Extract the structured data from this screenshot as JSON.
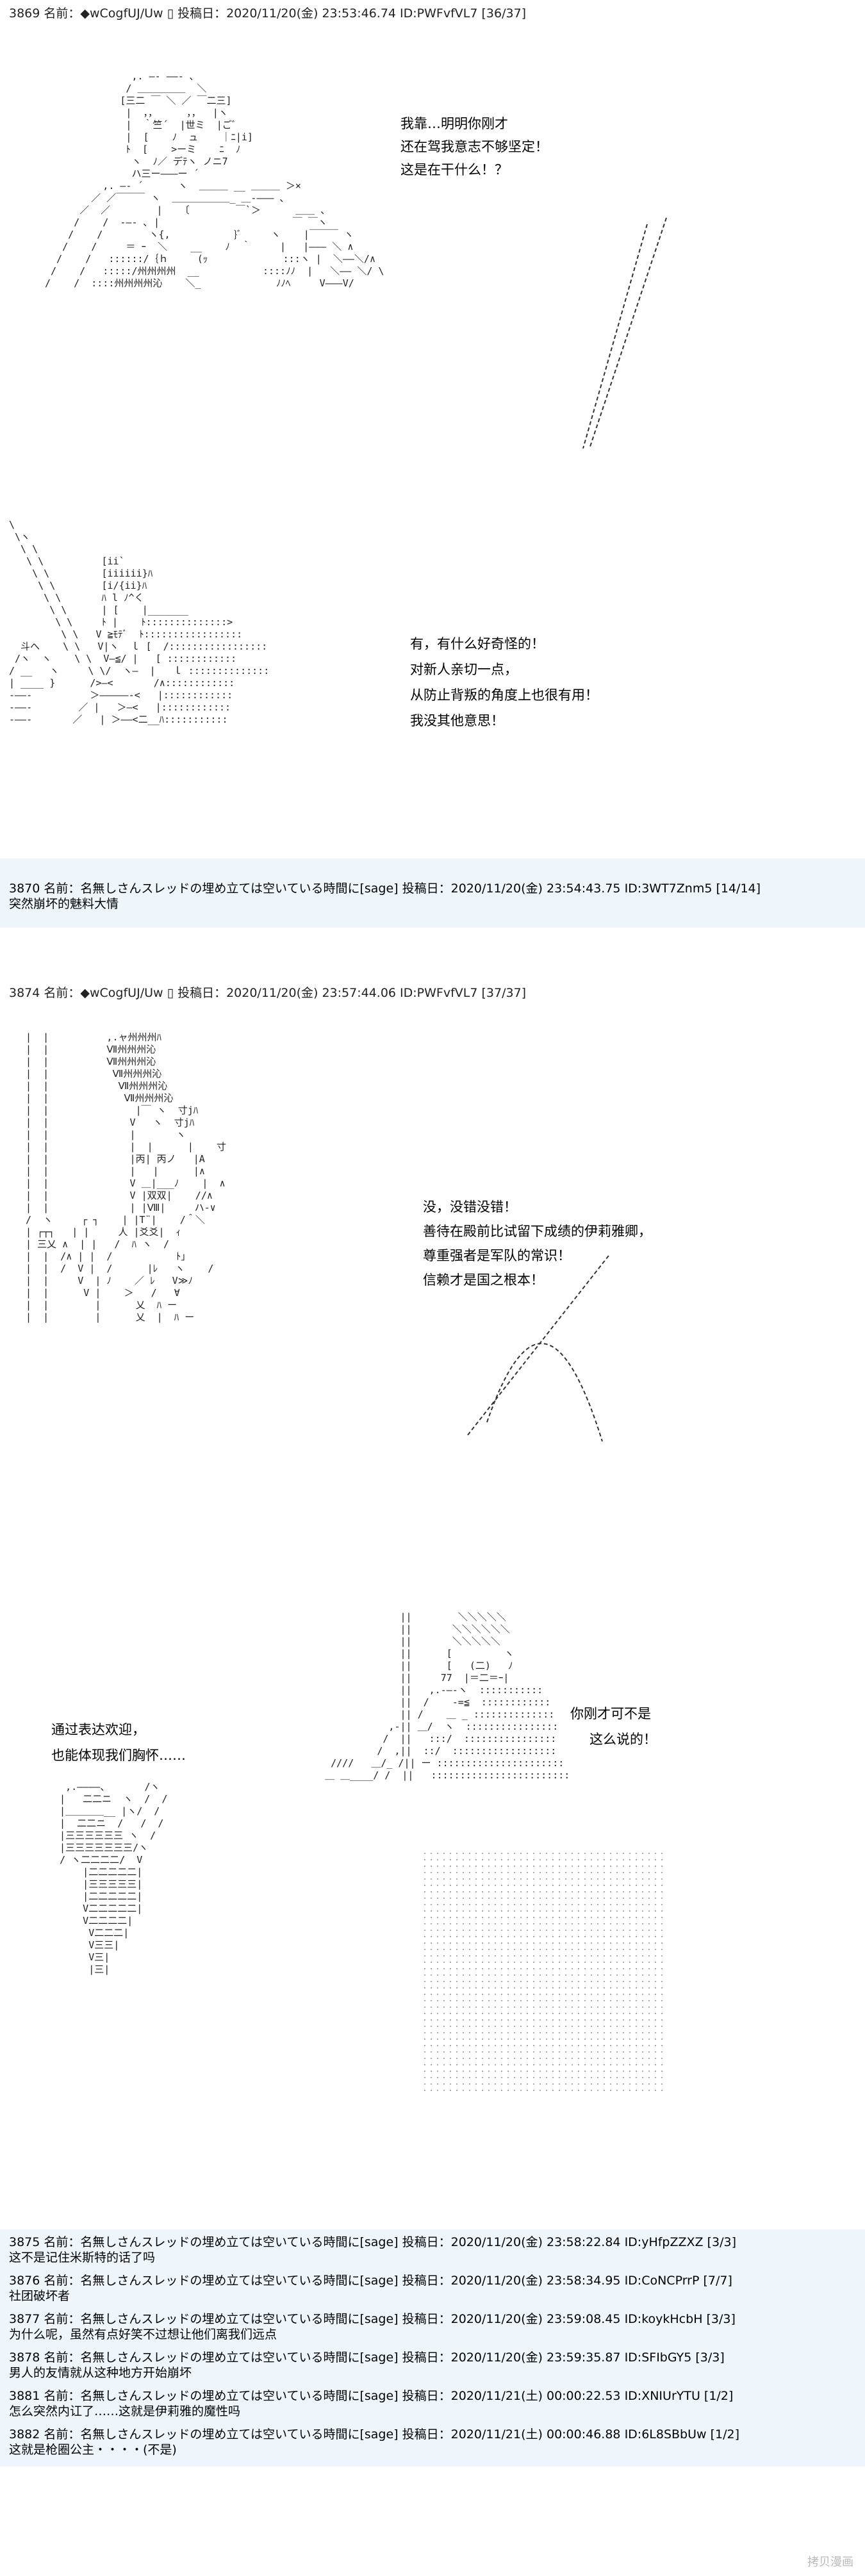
{
  "post1": {
    "header": "3869 名前：◆wCogfUJ/Uw ▯ 投稿日：2020/11/20(金) 23:53:46.74 ID:PWFvfVL7 [36/37]",
    "lines": [
      "我靠…明明你刚才",
      "还在驾我意志不够坚定！",
      "这是在干什么！？"
    ],
    "lines2": [
      "有，有什么好奇怪的！",
      "对新人亲切一点，",
      "从防止背叛的角度上也很有用！",
      "我没其他意思！"
    ]
  },
  "res3870": {
    "header": "3870 名前：名無しさんスレッドの埋め立ては空いている時間に[sage] 投稿日：2020/11/20(金) 23:54:43.75 ID:3WT7Znm5 [14/14]",
    "body": "突然崩坏的魅料大情"
  },
  "post2": {
    "header": "3874 名前：◆wCogfUJ/Uw ▯ 投稿日：2020/11/20(金) 23:57:44.06 ID:PWFvfVL7 [37/37]",
    "lines": [
      "没，没错没错！",
      "善待在殿前比试留下成绩的伊莉雅卿，",
      "尊重强者是军队的常识！",
      "信赖才是国之根本！"
    ],
    "left_lines": [
      "通过表达欢迎，",
      "也能体现我们胸怀……"
    ],
    "right_lines": [
      "你刚才可不是",
      "这么说的！"
    ]
  },
  "responses": [
    {
      "header": "3875 名前：名無しさんスレッドの埋め立ては空いている時間に[sage] 投稿日：2020/11/20(金) 23:58:22.84 ID:yHfpZZXZ [3/3]",
      "body": "这不是记住米斯特的话了吗"
    },
    {
      "header": "3876 名前：名無しさんスレッドの埋め立ては空いている時間に[sage] 投稿日：2020/11/20(金) 23:58:34.95 ID:CoNCPrrP [7/7]",
      "body": "社团破坏者"
    },
    {
      "header": "3877 名前：名無しさんスレッドの埋め立ては空いている時間に[sage] 投稿日：2020/11/20(金) 23:59:08.45 ID:koykHcbH [3/3]",
      "body": "为什么呢，虽然有点好笑不过想让他们离我们远点"
    },
    {
      "header": "3878 名前：名無しさんスレッドの埋め立ては空いている時間に[sage] 投稿日：2020/11/20(金) 23:59:35.87 ID:SFIbGY5 [3/3]",
      "body": "男人的友情就从这种地方开始崩坏"
    },
    {
      "header": "3881 名前：名無しさんスレッドの埋め立ては空いている時間に[sage] 投稿日：2020/11/21(土) 00:00:22.53 ID:XNIUrYTU [1/2]",
      "body": "怎么突然内讧了……这就是伊莉雅的魔性吗"
    },
    {
      "header": "3882 名前：名無しさんスレッドの埋め立ては空いている時間に[sage] 投稿日：2020/11/21(土) 00:00:46.88 ID:6L8SBbUw [1/2]",
      "body": "这就是枪圈公主・・・・(不是)"
    }
  ],
  "watermark": "拷贝漫画",
  "aa": {
    "a1": "               ,. ―‐ ――- ､\n              / ＿＿＿＿＿  ＼\n             [三二 ￣ ＼ ／ ￣二三]\n              |  ，，     ，，  |ヽ\n              |  ｀竺´  |世ミ  |ごﾞ\n              |  [    ﾉ  ュ    ｜ﾆ|i]\n              ﾄ  [    >ーミ    ﾆ  ﾉ\n               ヽ  ﾉ／ デﾃヽ ノニ7\n               ハ三ー―――ー ´\n          ,. ―‐ ´      ヽ  ＿＿＿ __ ＿＿＿ ＞×\n        ／ ／￣￣￣ ヽ  ＿＿＿＿＿＿_ ＿-――― ､\n      ／  ／        |   〔        ￣`＞      ＿＿ 、\n     /    /  -―- ､ |                       ￣ ￣ヽ\n    /    /        ヽ{,           }ﾞ     ヽ    |￣￣￣ ヽ\n   /    /     ＝ ｰ  ＼    __    ﾉ  ｀     |   |――― ＼ ∧\n  /    /   ::::::/｛ｈ     (ｯ             :::ヽ |  ＼――＼/∧\n /    /   :::::/州州州州  __           ::::ﾉﾉ  |   ＼―― ＼/ \\\n/    /  ::::州州州州沁    ＼_             ﾉﾉﾍ     V―――V/",
    "a2": "\\\n \\ヽ\n  \\ \\\n   \\ \\          [ii`\n    \\ \\         [iiiiii}ﾊ\n     \\ \\        [i/{ii}ﾊ\n      \\ \\       ﾊ l ﾉ^く\n       \\ \\      | [    |_______\n        \\ \\     ﾄ |    ﾄ::::::::::::::>\n         \\ \\   V ≧ﾓﾃﾞ  ﾄ:::::::::::::::::\n  斗へ    \\ \\   V|ヽ  ｌ [  /:::::::::::::::::\n /ヽ  ヽ    \\ \\  V―≦/ |   [ ::::::::::::\n/ __   ヽ     \\ \\/  ヽ―  |   ｌ ::::::::::::::\n| ____ }      />―<       /∧::::::::::::\n-――-          ＞―――――-<   |::::::::::::\n-――-        ／ |   ＞―<   |::::::::::::\n-――-       ／   | ＞――<二__ﾊ:::::::::::",
    "a3": "|  |          ,.ャ州州州ﾊ\n|  |          Ⅶ州州州沁\n|  |          Ⅶ州州州沁\n|  |           Ⅶ州州州沁\n|  |            Ⅶ州州州沁\n|  |             Ⅶ州州州沁\n|  |               |￣ ヽ  寸jﾊ\n|  |              V   ヽ  寸jﾊ\n|  |              |       ヽ\n|  |              |  |      |    寸\n|  |              |丙| 丙ノ   |A\n|  |              |   |      |∧\n|  |              V ＿|___ﾉ    |  ∧\n|  |              V |双双|    //∧\n|  |              | |Ⅷ|     ハ-∨\n/  ヽ     ┌ ┐    | |T¨|    /＾＼\n| ┌┬┐   | |     人 |爻爻|  ｨ\n| 三乂 ∧  | |   /  ﾊ ヽ  /\n|  |  /∧ | |  /           ﾄ｣\n|  |  /  V |  /      |ﾚ   ヽ    /\n|  |     V  | ﾉ    ／ ﾚ   V≫ﾉ\n|  |      V |    ＞   /   ∀\n|  |        |      乂  ﾊ ー\n|  |        |      乂  |  ﾊ ー",
    "a4": "                ||        ＼＼＼＼＼\n                ||       ＼＼＼＼＼＼\n                ||       ＼＼＼＼＼\n                ||      [         ヽ\n                ||      [   (二)   ﾉ\n                ||     77  |＝二＝ｰ|\n                ||   ,.-―-ヽ  :::::::::::\n                ||  /    -=≦  ::::::::::::\n                || /    ＿ _ ::::::::::::::\n              ,-|| ＿/  ヽ  ::::::::::::::::\n             /  ||   :::/  ::::::::::::::::\n            /  ,||  ::/  ::::::::::::::::::\n    ////   ＿/_ /|| ー ::::::::::::::::::::::\n   ＿ ＿____/ /  ||   ::::::::::::::::::::::::",
    "a5": "   ,.――――、      /ヽ\n  |   二二ニ  ヽ  /  /\n  |＿＿＿＿__ |ヽ/  /\n  |  二二ニ  /   /  /\n  |三三三三三三 ヽ  /\n  |三三三三三三三/ヽ\n  / ヽ二二二二/  V\n      |二二二二二|\n      |三三三三三|\n      |二二二二二|\n      V二二二二二|\n      V二二二二|\n       V二二二|\n       V三三|\n       V三|\n       |三|"
  }
}
